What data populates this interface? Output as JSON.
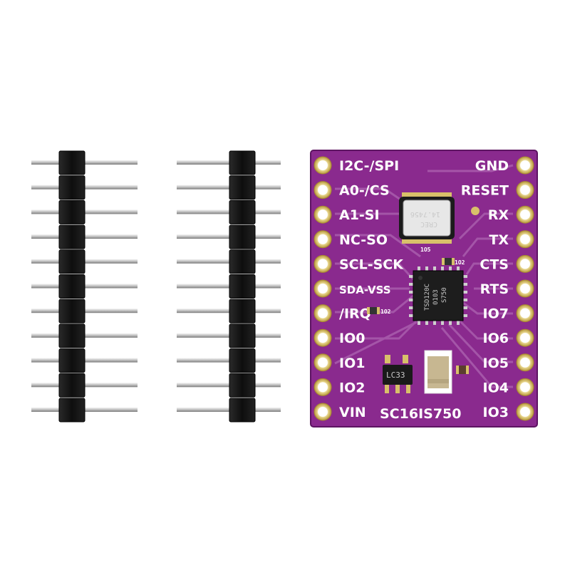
{
  "board": {
    "name": "SC16IS750",
    "left_pins": [
      "I2C-/SPI",
      "A0-/CS",
      "A1-SI",
      "NC-SO",
      "SCL-SCK",
      "SDA-VSS",
      "/IRQ",
      "IO0",
      "IO1",
      "IO2",
      "VIN"
    ],
    "right_pins": [
      "GND",
      "RESET",
      "RX",
      "TX",
      "CTS",
      "RTS",
      "IO7",
      "IO6",
      "IO5",
      "IO4",
      "IO3"
    ],
    "crystal": {
      "brand": "CREC",
      "freq": "14.7456"
    },
    "chip": {
      "line1": "S750",
      "line2": "0103",
      "line3": "TSD120C"
    },
    "regulator": "LC33",
    "refs": {
      "y1": "1O5",
      "r1": "1O2",
      "r2": "1O2"
    }
  },
  "colors": {
    "pcb": "#8a2a8e",
    "pcb_dark": "#6f1a73",
    "trace": "#a248a6",
    "gold": "#d8c06a",
    "header_plastic": "#161616",
    "pin_metal": "#bdbdbd"
  },
  "header_pin_count": 11
}
